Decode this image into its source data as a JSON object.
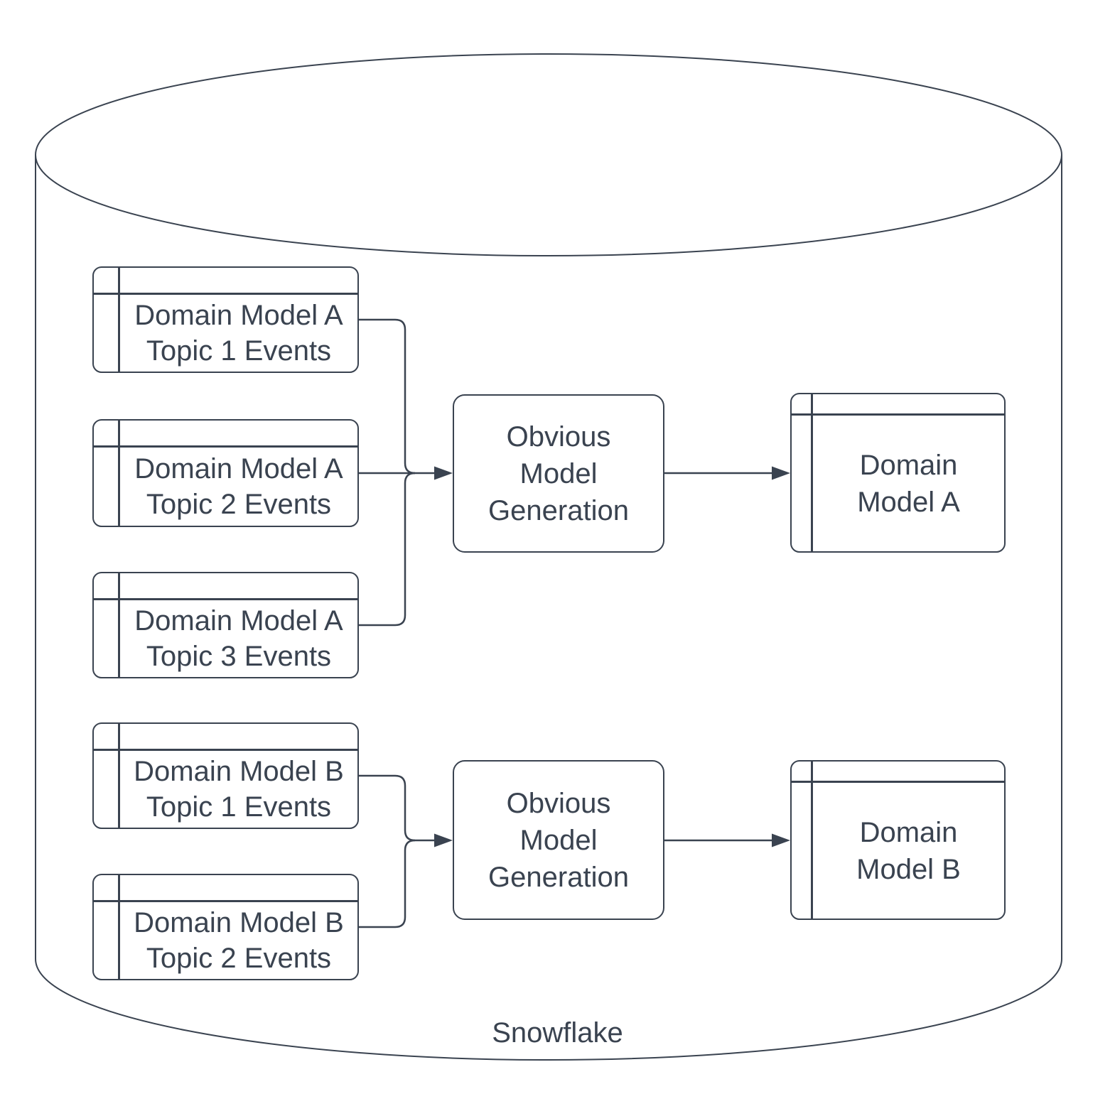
{
  "colors": {
    "accent": "#3a4350",
    "background": "#ffffff"
  },
  "cylinder": {
    "label": "Snowflake"
  },
  "event_tables": [
    {
      "line1": "Domain Model A",
      "line2": "Topic 1 Events"
    },
    {
      "line1": "Domain Model A",
      "line2": "Topic 2 Events"
    },
    {
      "line1": "Domain Model A",
      "line2": "Topic 3 Events"
    },
    {
      "line1": "Domain Model B",
      "line2": "Topic 1 Events"
    },
    {
      "line1": "Domain Model B",
      "line2": "Topic 2 Events"
    }
  ],
  "process_boxes": [
    {
      "line1": "Obvious",
      "line2": "Model",
      "line3": "Generation"
    },
    {
      "line1": "Obvious",
      "line2": "Model",
      "line3": "Generation"
    }
  ],
  "output_tables": [
    {
      "line1": "Domain",
      "line2": "Model A"
    },
    {
      "line1": "Domain",
      "line2": "Model B"
    }
  ]
}
